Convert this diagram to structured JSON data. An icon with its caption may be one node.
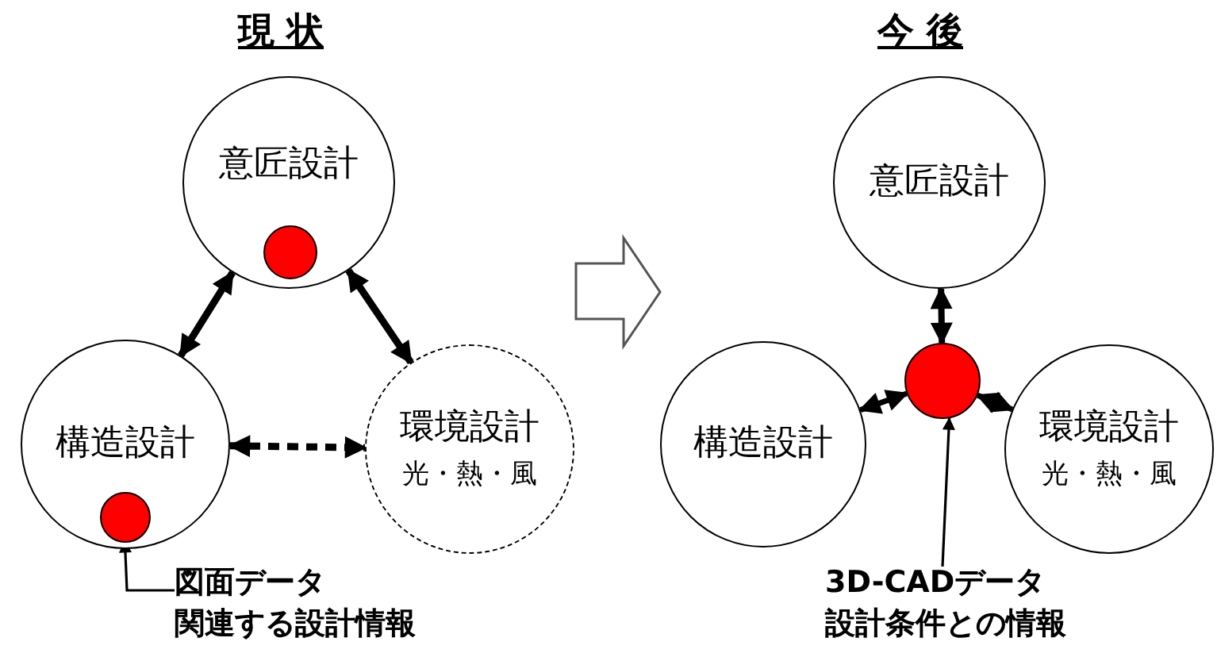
{
  "diagram": {
    "nodes": [
      {
        "text": [
          "意匠設計"
        ]
      },
      {
        "text": [],
        "shape": "circle",
        "in": 0
      },
      {
        "text": [
          "構造設計"
        ]
      },
      {
        "text": [],
        "shape": "circle",
        "in": 2
      },
      {
        "text": [
          "環境設計",
          "光・熱・風"
        ]
      },
      {
        "text": [
          "図面データ",
          "関連する設計情報"
        ]
      },
      {
        "text": [
          "意匠設計"
        ]
      },
      {
        "text": [
          "構造設計"
        ]
      },
      {
        "text": [
          "環境設計",
          "光・熱・風"
        ]
      },
      {
        "text": [],
        "shape": "circle"
      },
      {
        "text": [
          "3D-CADデータ",
          "設計条件との情報"
        ]
      }
    ],
    "edges": [
      {
        "from": 0,
        "to": 2,
        "arrow": "both"
      },
      {
        "from": 0,
        "to": 4,
        "arrow": "both"
      },
      {
        "from": 2,
        "to": 4,
        "arrow": "both",
        "style": "dashed"
      },
      {
        "from": 5,
        "to": 3,
        "arrow": "to"
      },
      {
        "from": 6,
        "to": 9,
        "arrow": "both"
      },
      {
        "from": 9,
        "to": 7,
        "arrow": "both"
      },
      {
        "from": 9,
        "to": 8,
        "arrow": "both"
      },
      {
        "from": 10,
        "to": 9,
        "arrow": "to"
      }
    ],
    "labels": [
      "現 状",
      "今 後"
    ]
  }
}
